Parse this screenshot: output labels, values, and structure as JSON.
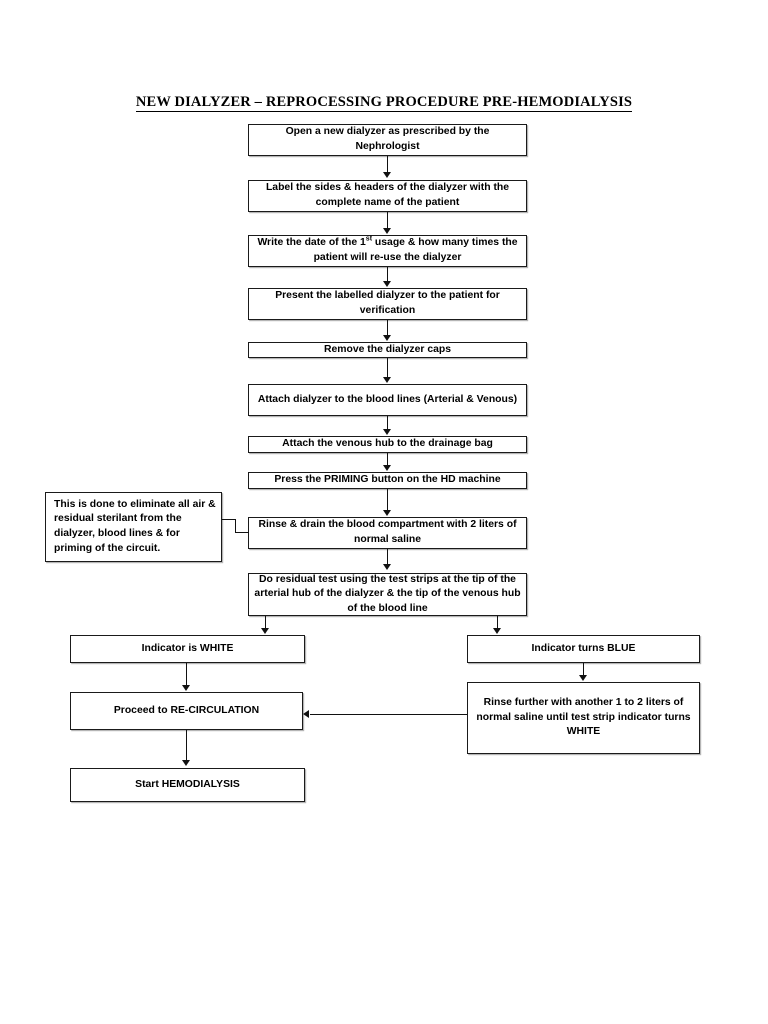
{
  "document": {
    "title": "NEW DIALYZER – REPROCESSING PROCEDURE PRE-HEMODIALYSIS"
  },
  "flowchart": {
    "type": "flowchart",
    "orientation": "top-to-bottom",
    "nodes": [
      {
        "id": "n1",
        "label": "Open a new dialyzer as prescribed by the Nephrologist"
      },
      {
        "id": "n2",
        "label": "Label the sides & headers of the dialyzer with the complete name of the patient"
      },
      {
        "id": "n3a",
        "label": "Write the date of the 1"
      },
      {
        "id": "n3b",
        "label": "st"
      },
      {
        "id": "n3c",
        "label": " usage & how many times the patient will re-use the dialyzer"
      },
      {
        "id": "n4",
        "label": "Present the labelled dialyzer to the patient for verification"
      },
      {
        "id": "n5",
        "label": "Remove the dialyzer caps"
      },
      {
        "id": "n6",
        "label": "Attach dialyzer to the blood lines (Arterial & Venous)"
      },
      {
        "id": "n7",
        "label": "Attach the venous hub to the drainage bag"
      },
      {
        "id": "n8",
        "label": "Press the PRIMING button on the HD machine"
      },
      {
        "id": "n9",
        "label": "Rinse & drain the blood compartment with 2 liters of normal saline"
      },
      {
        "id": "note",
        "label": "This is done to eliminate all air & residual sterilant from the dialyzer, blood lines & for priming of the circuit."
      },
      {
        "id": "n10",
        "label": "Do residual test using the test strips at the tip of the arterial hub of the dialyzer & the tip of the venous hub of the blood line"
      },
      {
        "id": "n11",
        "label": "Indicator is WHITE"
      },
      {
        "id": "n12",
        "label": "Indicator turns BLUE"
      },
      {
        "id": "n13",
        "label": "Proceed to RE-CIRCULATION"
      },
      {
        "id": "n14",
        "label": "Rinse further with another 1 to 2 liters of normal saline until test strip indicator turns WHITE"
      },
      {
        "id": "n15",
        "label": "Start HEMODIALYSIS"
      }
    ],
    "edges": [
      {
        "from": "n1",
        "to": "n2",
        "type": "arrow-down"
      },
      {
        "from": "n2",
        "to": "n3",
        "type": "arrow-down"
      },
      {
        "from": "n3",
        "to": "n4",
        "type": "arrow-down"
      },
      {
        "from": "n4",
        "to": "n5",
        "type": "arrow-down"
      },
      {
        "from": "n5",
        "to": "n6",
        "type": "arrow-down"
      },
      {
        "from": "n6",
        "to": "n7",
        "type": "arrow-down"
      },
      {
        "from": "n7",
        "to": "n8",
        "type": "arrow-down"
      },
      {
        "from": "n8",
        "to": "n9",
        "type": "arrow-down"
      },
      {
        "from": "note",
        "to": "n9",
        "type": "elbow-connector"
      },
      {
        "from": "n9",
        "to": "n10",
        "type": "arrow-down"
      },
      {
        "from": "n10",
        "to": "n11",
        "type": "arrow-down"
      },
      {
        "from": "n10",
        "to": "n12",
        "type": "arrow-down"
      },
      {
        "from": "n11",
        "to": "n13",
        "type": "arrow-down"
      },
      {
        "from": "n12",
        "to": "n14",
        "type": "arrow-down"
      },
      {
        "from": "n14",
        "to": "n13",
        "type": "arrow-left"
      },
      {
        "from": "n13",
        "to": "n15",
        "type": "arrow-down"
      }
    ]
  },
  "colors": {
    "page_background": "#ffffff",
    "text": "#000000",
    "box_border": "#1a1a1a",
    "connector": "#111111",
    "box_shadow": "#787878"
  }
}
